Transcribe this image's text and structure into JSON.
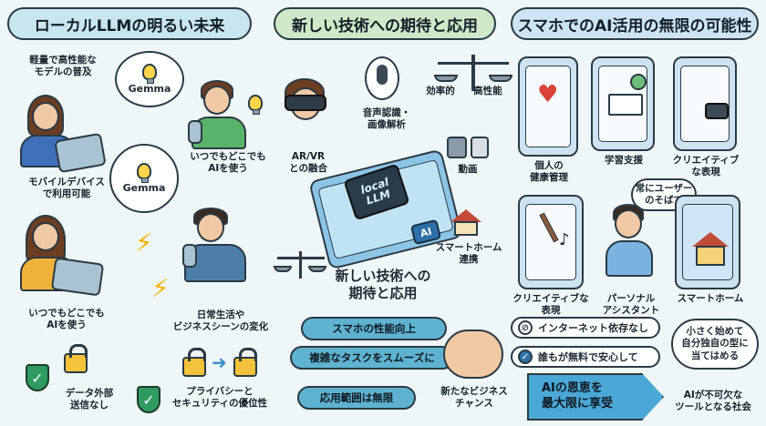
{
  "banners": {
    "left": "ローカルLLMの明るい未来",
    "center": "新しい技術への期待と応用",
    "right": "スマホでのAI活用の無限の可能性"
  },
  "left": {
    "lightweight": "軽量で高性能な\nモデルの普及",
    "gemma_top": "Gemma",
    "gemma_center": "Gemma",
    "mobile": "モバイルデバイス\nで利用可能",
    "anywhere_top": "いつでもどこでも\nAIを使う",
    "anywhere_bottom": "いつでもどこでも\nAIを使う",
    "daily": "日常生活や\nビジネスシーンの変化",
    "data_local": "データ外部\n送信なし",
    "privacy": "プライバシーと\nセキュリティの優位性"
  },
  "center": {
    "arvr": "AR/VR\nとの融合",
    "voice": "音声認識・\n画像解析",
    "efficient": "効率的",
    "performance": "高性能",
    "video": "動画",
    "chip_label": "local\nLLM",
    "ai_badge": "AI",
    "smarthome": "スマートホーム\n連携",
    "subtitle": "新しい技術への\n期待と応用",
    "ribbon1": "スマホの性能向上",
    "ribbon2": "複雑なタスクをスムーズに",
    "ribbon3": "応用範囲は無限",
    "business": "新たなビジネス\nチャンス"
  },
  "right": {
    "health": "個人の\n健康管理",
    "learning": "学習支援",
    "creative_top": "クリエイティブ\nな表現",
    "always": "常にユーザー\nのそばで",
    "creative_bottom": "クリエイティブな\n表現",
    "assistant": "パーソナル\nアシスタント",
    "smarthome": "スマートホーム",
    "no_internet": "インターネット依存なし",
    "free_safe": "誰もが無料で安心して",
    "benefit": "AIの恩恵を\n最大限に享受",
    "start_small": "小さく始めて\n自分独自の型に\n当てはめる",
    "society": "AIが不可欠な\nツールとなる社会"
  },
  "colors": {
    "banner_left": "#c8e6ef",
    "banner_center": "#cfe9c8",
    "banner_right": "#cde4f4",
    "accent_blue": "#4aa7d6",
    "accent_green": "#2f9b62",
    "accent_yellow": "#f5c33b"
  }
}
